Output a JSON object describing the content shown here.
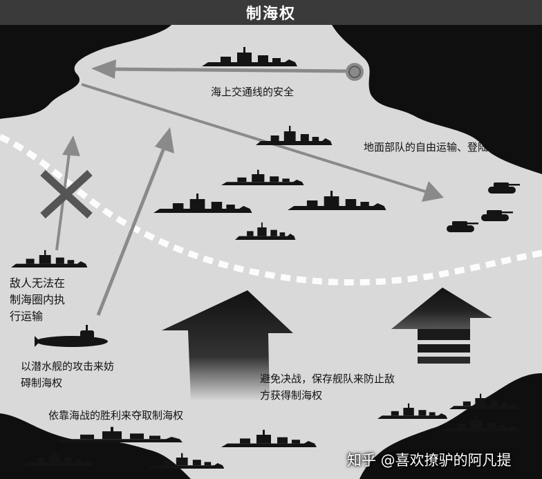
{
  "title": "制海权",
  "labels": {
    "sea_lanes": "海上交通线的安全",
    "ground_forces": "地面部队的自由运输、登陆",
    "enemy_cannot": "敌人无法在\n制海圈内执\n行运输",
    "submarine": "以潜水舰的攻击来妨\n碍制海权",
    "avoid_battle": "避免决战，保存舰队来防止敌\n方获得制海权",
    "naval_battle": "依靠海战的胜利来夺取制海权"
  },
  "watermark": "知乎 @喜欢撩驴的阿凡提",
  "colors": {
    "sea": "#d9d9d9",
    "land": "#0f0f0f",
    "arrow": "#8a8a8a",
    "dashed_line": "#ffffff",
    "title_bar": "#3a3a3a",
    "ship": "#141414"
  }
}
